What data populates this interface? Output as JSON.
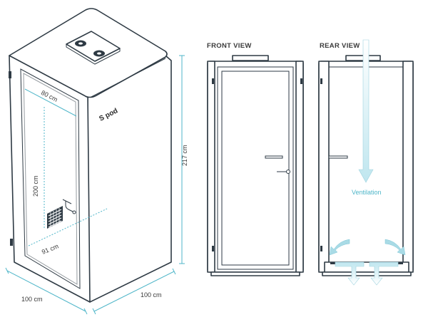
{
  "brand": "S pod",
  "views": {
    "front_title": "FRONT VIEW",
    "rear_title": "REAR VIEW"
  },
  "dimensions": {
    "height_total": "217 cm",
    "inner_width": "80 cm",
    "inner_height": "200 cm",
    "inner_depth": "91 cm",
    "outer_width_left": "100 cm",
    "outer_width_right": "100 cm"
  },
  "annotations": {
    "ventilation": "Ventilation"
  },
  "colors": {
    "line": "#2e3a44",
    "accent": "#4fb6c9",
    "arrow_fill": "#d6eef4"
  }
}
